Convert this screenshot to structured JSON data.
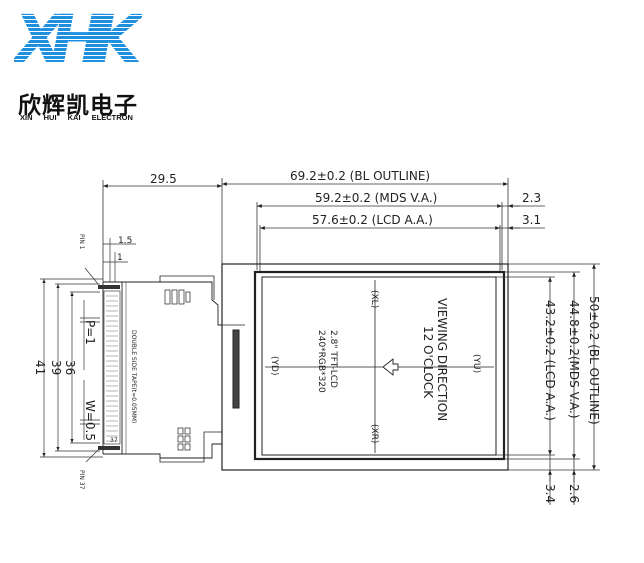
{
  "logo": {
    "brand": "XHK",
    "name_cn": "欣辉凯电子",
    "name_en": [
      "XIN",
      "HUI",
      "KAI",
      "ELECTRON"
    ],
    "brand_color": "#1f8fe0"
  },
  "dims": {
    "fpc_length": "29.5",
    "bl_outline_w": "69.2±0.2 (BL OUTLINE)",
    "mds_va_w": "59.2±0.2 (MDS V.A.)",
    "lcd_aa_w": "57.6±0.2 (LCD A.A.)",
    "offset_23": "2.3",
    "offset_31": "3.1",
    "bl_outline_h": "50±0.2 (BL OUTLINE)",
    "mds_va_h": "44.8±0.2(MDS V.A.)",
    "lcd_aa_h": "43.2±0.2 (LCD A.A.)",
    "offset_34": "3.4",
    "offset_26": "2.6",
    "pin1_label": "PIN 1",
    "pin37_label": "PIN 37",
    "dim_15": "1.5",
    "dim_1": "1",
    "pitch": "P=1",
    "width_w": "W=0.5",
    "dim_36": "36",
    "dim_39": "39",
    "dim_41": "41",
    "fpc_marking": "DOUBLE SIDE TAPE(t=0.05MM)",
    "pin_37_small": "37"
  },
  "panel": {
    "xl": "(XL)",
    "xr": "(XR)",
    "yd": "(YD)",
    "yu": "(YU)",
    "model_line1": "2.8\" TFT-LCD",
    "model_line2": "240*RGB*320",
    "viewing_line1": "VIEWING DIRECTION",
    "viewing_line2": "12 O'CLOCK"
  }
}
